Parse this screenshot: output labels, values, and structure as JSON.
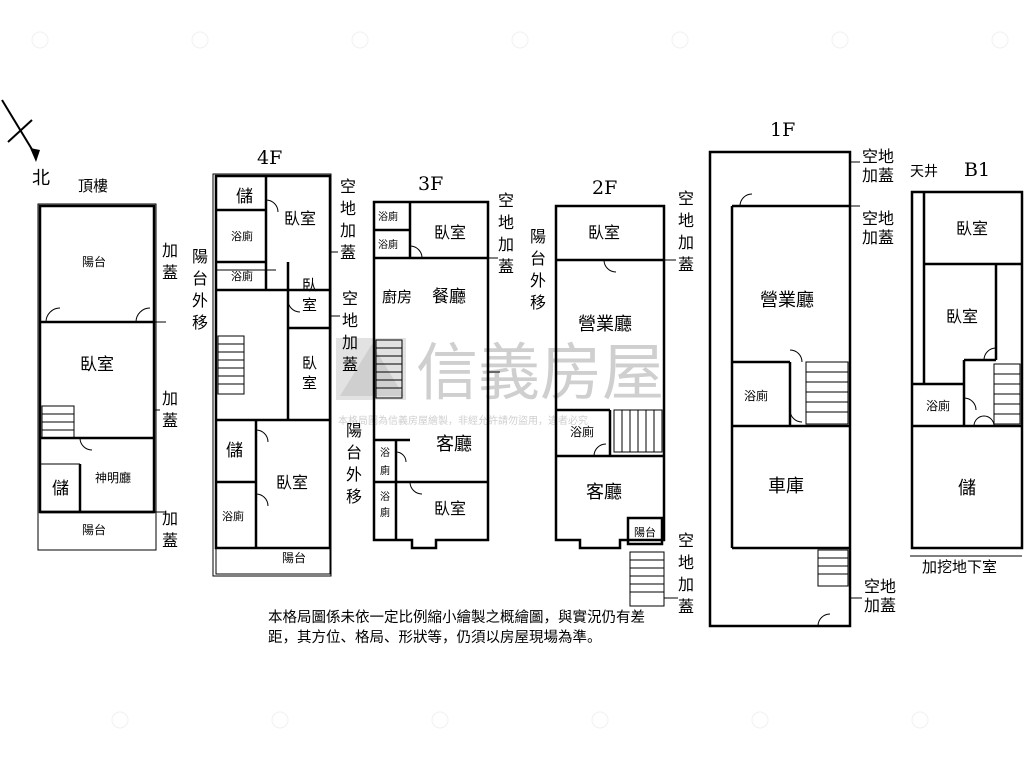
{
  "watermark": {
    "brand": "信義房屋",
    "note": "本格局圖為信義房屋繪製，非經允許請勿盜用，違者必究"
  },
  "compass": {
    "north": "北"
  },
  "floors": {
    "roof": {
      "title": "頂樓",
      "rooms": {
        "balcony_top": "陽台",
        "bedroom": "臥室",
        "storage": "儲",
        "shrine": "神明廳",
        "balcony_bottom": "陽台"
      },
      "side": {
        "add1": "加蓋",
        "add2": "加蓋",
        "add3": "加蓋"
      }
    },
    "f4": {
      "title": "4F",
      "rooms": {
        "storage1": "儲",
        "bedroom1": "臥室",
        "bath1": "浴廁",
        "bath2": "浴廁",
        "bedroom2": "臥室",
        "bedroom3": "臥室",
        "storage2": "儲",
        "bath3": "浴廁",
        "bedroom4": "臥室",
        "balcony": "陽台"
      },
      "side": {
        "balcony_move": "陽台外移",
        "empty_add1": "空地加蓋",
        "empty_add2": "空地加蓋"
      }
    },
    "f3": {
      "title": "3F",
      "rooms": {
        "bath1": "浴廁",
        "bath2": "浴廁",
        "bedroom1": "臥室",
        "kitchen": "廚房",
        "dining": "餐廳",
        "living": "客廳",
        "bath3": "浴廁",
        "bath4": "浴廁",
        "bedroom2": "臥室"
      },
      "side": {
        "empty_add": "空地加蓋",
        "balcony_move": "陽台外移"
      }
    },
    "f2": {
      "title": "2F",
      "rooms": {
        "bedroom": "臥室",
        "business": "營業廳",
        "bath": "浴廁",
        "living": "客廳",
        "balcony": "陽台"
      },
      "side": {
        "balcony_move": "陽台外移",
        "empty_add1": "空地加蓋",
        "empty_add2": "空地加蓋"
      }
    },
    "f1": {
      "title": "1F",
      "rooms": {
        "business": "營業廳",
        "bath": "浴廁",
        "garage": "車庫"
      },
      "side": {
        "empty_add1": "空地加蓋",
        "empty_add2": "空地加蓋",
        "empty_add3": "空地加蓋"
      }
    },
    "b1": {
      "title": "B1",
      "rooms": {
        "bedroom1": "臥室",
        "bedroom2": "臥室",
        "bath": "浴廁",
        "storage": "儲"
      },
      "side": {
        "patio": "天井",
        "basement": "加挖地下室"
      }
    }
  },
  "disclaimer": "本格局圖係未依一定比例縮小繪製之概繪圖，與實況仍有差距，其方位、格局、形狀等，仍須以房屋現場為準。"
}
